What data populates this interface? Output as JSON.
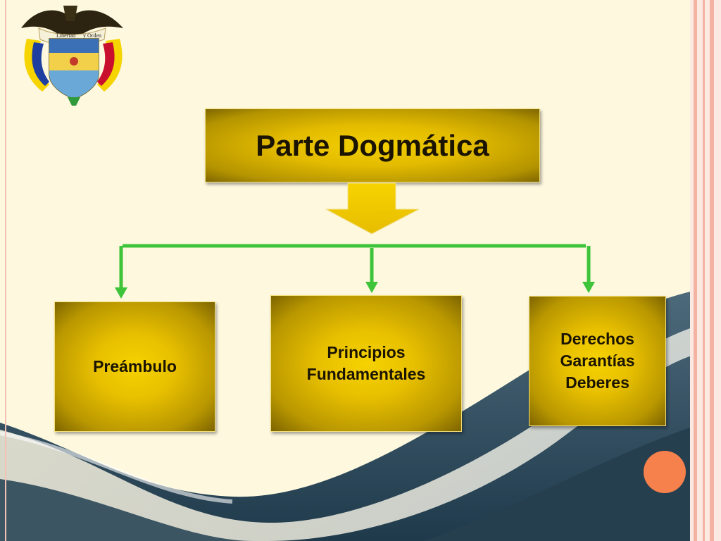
{
  "title": "Parte Dogmática",
  "emblem": {
    "motto": "Libertad y Orden",
    "icon": "coat-of-arms-colombia"
  },
  "boxes": [
    {
      "label": "Preámbulo"
    },
    {
      "label": "Principios\nFundamentales"
    },
    {
      "label": "Derechos\nGarantías\nDeberes"
    }
  ],
  "colors": {
    "background": "#fdf8de",
    "box_gold": "#e8c000",
    "connector_green": "#3ec43a",
    "arrow_gold": "#f5c800",
    "accent_dot": "#f7814d",
    "border_pink": "#f0b0a0"
  }
}
